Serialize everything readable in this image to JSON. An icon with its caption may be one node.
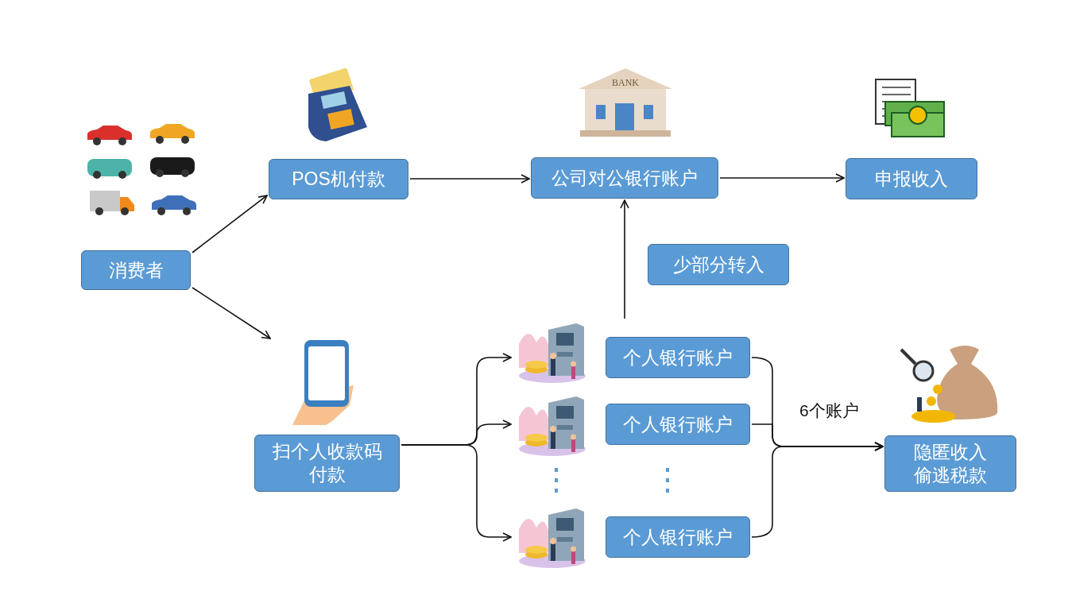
{
  "diagram": {
    "nodes": [
      {
        "text": [
          "消费者"
        ]
      },
      {
        "text": [
          "POS机付款"
        ]
      },
      {
        "text": [
          "公司对公银行账户"
        ]
      },
      {
        "text": [
          "申报收入"
        ]
      },
      {
        "text": [
          "少部分转入"
        ]
      },
      {
        "text": [
          "扫个人收款码付款"
        ]
      },
      {
        "text": [
          "个人银行账户"
        ]
      },
      {
        "text": [
          "个人银行账户"
        ]
      },
      {
        "text": [
          "个人银行账户"
        ]
      },
      {
        "text": [
          "隐匿收入偷逃税款"
        ]
      }
    ],
    "edges": [
      {
        "from": 0,
        "to": 1,
        "arrow": "to"
      },
      {
        "from": 0,
        "to": 5,
        "arrow": "to"
      },
      {
        "from": 1,
        "to": 2,
        "arrow": "to"
      },
      {
        "from": 2,
        "to": 3,
        "arrow": "to"
      },
      {
        "from": 6,
        "to": 2,
        "arrow": "to"
      },
      {
        "from": 5,
        "to": 6,
        "arrow": "to"
      },
      {
        "from": 5,
        "to": 7,
        "arrow": "to"
      },
      {
        "from": 5,
        "to": 8,
        "arrow": "to"
      },
      {
        "from": 6,
        "to": 9,
        "arrow": "to"
      },
      {
        "from": 7,
        "to": 9,
        "arrow": "to",
        "label": "6个账户"
      },
      {
        "from": 8,
        "to": 9,
        "arrow": "to"
      }
    ],
    "labels": [
      "BANK"
    ]
  }
}
